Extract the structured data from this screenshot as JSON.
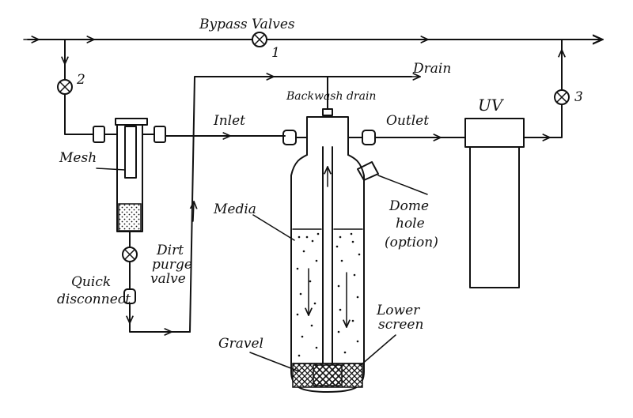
{
  "labels": {
    "bypass_valves": "Bypass Valves",
    "valve_1": "1",
    "valve_2": "2",
    "valve_3": "3",
    "drain": "Drain",
    "backwash_drain": "Backwash drain",
    "uv": "UV",
    "inlet": "Inlet",
    "outlet": "Outlet",
    "mesh": "Mesh",
    "media": "Media",
    "dome_hole_1": "Dome",
    "dome_hole_2": "hole",
    "dome_hole_3": "(option)",
    "dirt_purge_1": "Dirt",
    "dirt_purge_2": "purge",
    "dirt_purge_3": "valve",
    "quick_disconnect_1": "Quick",
    "quick_disconnect_2": "disconnect",
    "lower_screen_1": "Lower",
    "lower_screen_2": "screen",
    "gravel": "Gravel"
  },
  "colors": {
    "ink": "#111111",
    "paper": "#ffffff"
  }
}
